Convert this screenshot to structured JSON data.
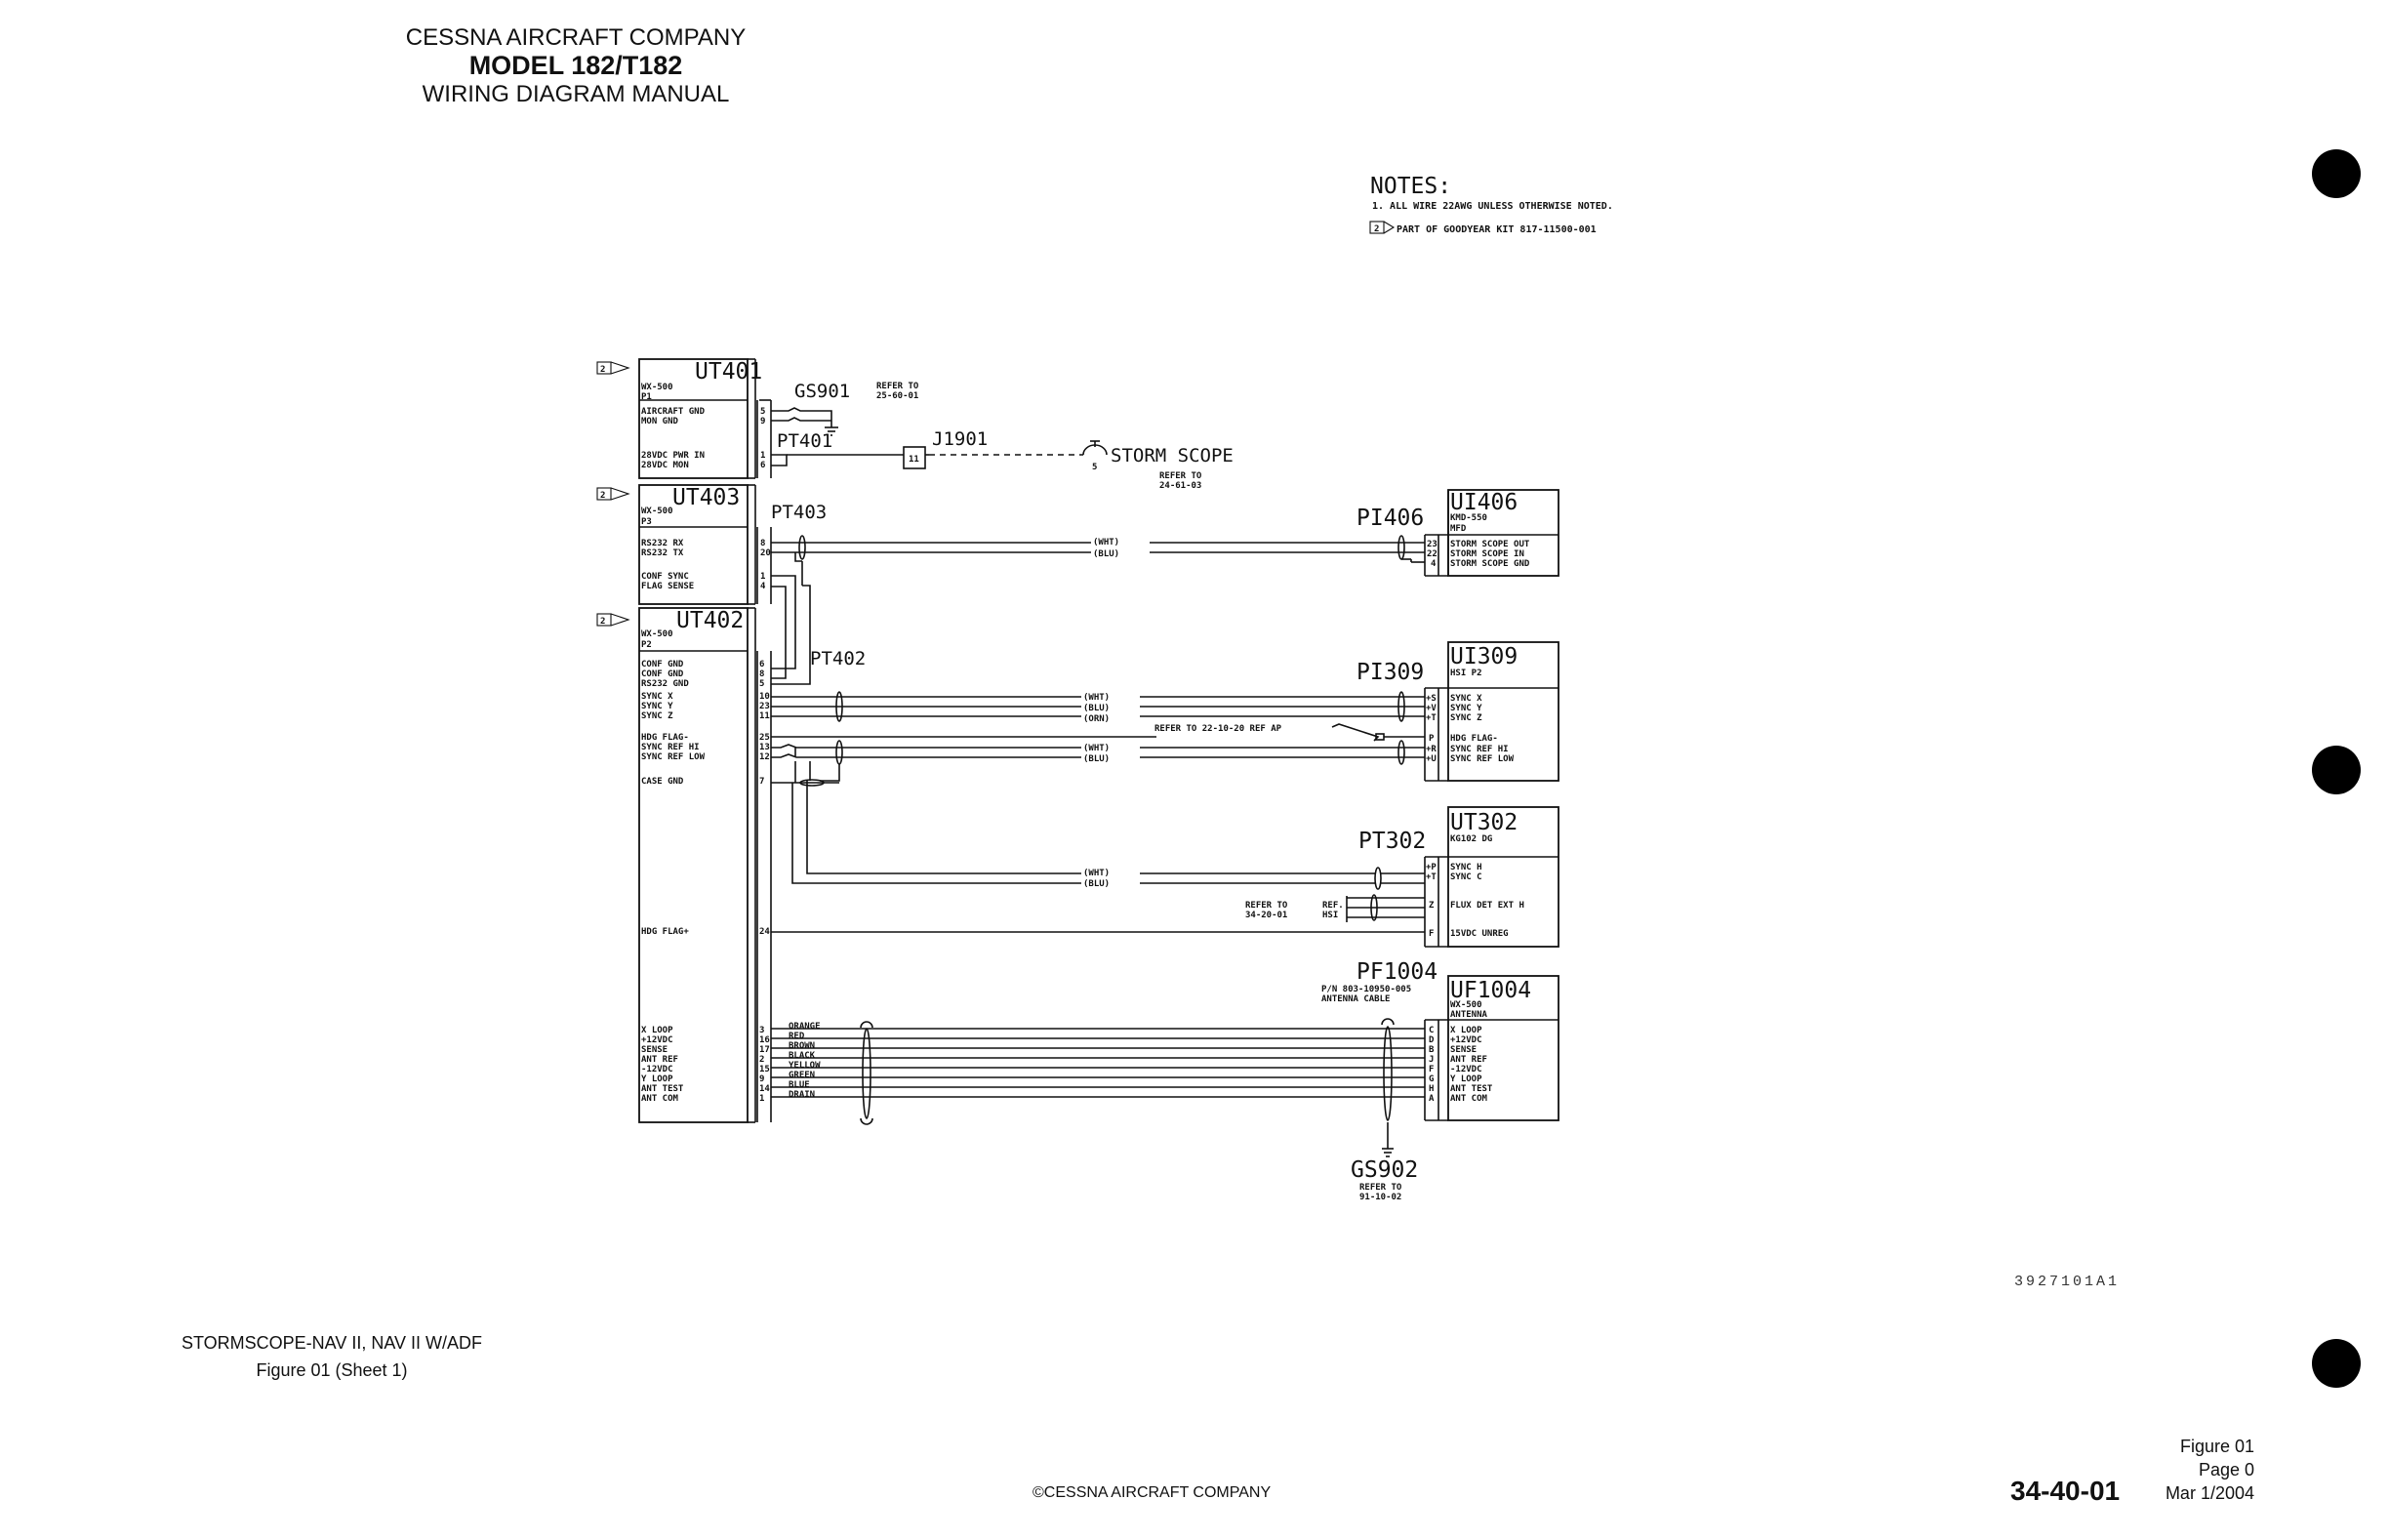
{
  "header": {
    "company": "CESSNA AIRCRAFT COMPANY",
    "model": "MODEL 182/T182",
    "manual": "WIRING DIAGRAM MANUAL"
  },
  "notes": {
    "title": "NOTES:",
    "note1": "1.  ALL WIRE 22AWG UNLESS OTHERWISE NOTED.",
    "note2_flag": "2",
    "note2": "PART OF GOODYEAR KIT 817-11500-001"
  },
  "flag_label": "2",
  "connectors": {
    "ut401": {
      "id": "UT401",
      "sub1": "WX-500",
      "sub2": "P1",
      "pins": [
        "5",
        "9",
        "1",
        "6"
      ],
      "signals": [
        "AIRCRAFT GND",
        "MON GND",
        "28VDC PWR  IN",
        "28VDC MON"
      ]
    },
    "ut403": {
      "id": "UT403",
      "sub1": "WX-500",
      "sub2": "P3",
      "pins": [
        "8",
        "20",
        "1",
        "4"
      ],
      "signals": [
        "RS232 RX",
        "RS232 TX",
        "CONF SYNC",
        "FLAG SENSE"
      ]
    },
    "ut402": {
      "id": "UT402",
      "sub1": "WX-500",
      "sub2": "P2",
      "pins": [
        "6",
        "8",
        "5",
        "10",
        "23",
        "11",
        "25",
        "13",
        "12",
        "7",
        "24",
        "3",
        "16",
        "17",
        "2",
        "15",
        "9",
        "14",
        "1"
      ],
      "signals": [
        "CONF GND",
        "CONF GND",
        "RS232 GND",
        "SYNC X",
        "SYNC Y",
        "SYNC Z",
        "HDG FLAG-",
        "SYNC REF HI",
        "SYNC REF LOW",
        "CASE GND",
        "HDG FLAG+",
        "X LOOP",
        "+12VDC",
        "SENSE",
        "ANT REF",
        "-12VDC",
        "Y LOOP",
        "ANT TEST",
        "ANT COM"
      ]
    },
    "ui406": {
      "id": "UI406",
      "sub1": "KMD-550",
      "sub2": "MFD",
      "plug": "PI406",
      "pins": [
        "23",
        "22",
        "4"
      ],
      "signals": [
        "STORM SCOPE OUT",
        "STORM SCOPE IN",
        "STORM SCOPE GND"
      ]
    },
    "ui309": {
      "id": "UI309",
      "sub1": "HSI P2",
      "plug": "PI309",
      "pins": [
        "+S",
        "+V",
        "+T",
        "P",
        "+R",
        "+U"
      ],
      "signals": [
        "SYNC X",
        "SYNC Y",
        "SYNC Z",
        "HDG FLAG-",
        "SYNC REF HI",
        "SYNC REF LOW"
      ]
    },
    "ut302": {
      "id": "UT302",
      "sub1": "KG102 DG",
      "plug": "PT302",
      "pins": [
        "+P",
        "+T",
        "Z",
        "F"
      ],
      "signals": [
        "SYNC H",
        "SYNC C",
        "FLUX DET EXT H",
        "15VDC UNREG"
      ]
    },
    "uf1004": {
      "id": "UF1004",
      "sub1": "WX-500",
      "sub2": "ANTENNA",
      "plug": "PF1004",
      "plug_note1": "P/N 803-10950-005",
      "plug_note2": "ANTENNA CABLE",
      "pins": [
        "C",
        "D",
        "B",
        "J",
        "F",
        "G",
        "H",
        "A"
      ],
      "signals": [
        "X LOOP",
        "+12VDC",
        "SENSE",
        "ANT REF",
        "-12VDC",
        "Y LOOP",
        "ANT TEST",
        "ANT COM"
      ]
    }
  },
  "wires": {
    "wht": "(WHT)",
    "blu": "(BLU)",
    "orn": "(ORN)",
    "antenna_colors": [
      "ORANGE",
      "RED",
      "BROWN",
      "BLACK",
      "YELLOW",
      "GREEN",
      "BLUE",
      "DRAIN"
    ]
  },
  "labels": {
    "gs901": "GS901",
    "gs901_ref1": "REFER TO",
    "gs901_ref2": "25-60-01",
    "pt401": "PT401",
    "j1901": "J1901",
    "j1901_pin": "11",
    "storm_scope": "STORM SCOPE",
    "storm_pin": "5",
    "storm_ref1": "REFER TO",
    "storm_ref2": "24-61-03",
    "pt403": "PT403",
    "pt402": "PT402",
    "ap_ref": "REFER TO 22-10-20  REF AP",
    "hsi_ref1": "REFER TO",
    "hsi_ref2": "34-20-01",
    "hsi_ref3": "REF.",
    "hsi_ref4": "HSI",
    "gs902": "GS902",
    "gs902_ref1": "REFER TO",
    "gs902_ref2": "91-10-02"
  },
  "footer": {
    "title": "STORMSCOPE-NAV II, NAV II W/ADF",
    "figure": "Figure 01 (Sheet 1)",
    "copyright": "©CESSNA AIRCRAFT COMPANY",
    "section": "34-40-01",
    "fig": "Figure 01",
    "page": "Page 0",
    "date": "Mar 1/2004",
    "drawing_no": "3927101A1"
  }
}
